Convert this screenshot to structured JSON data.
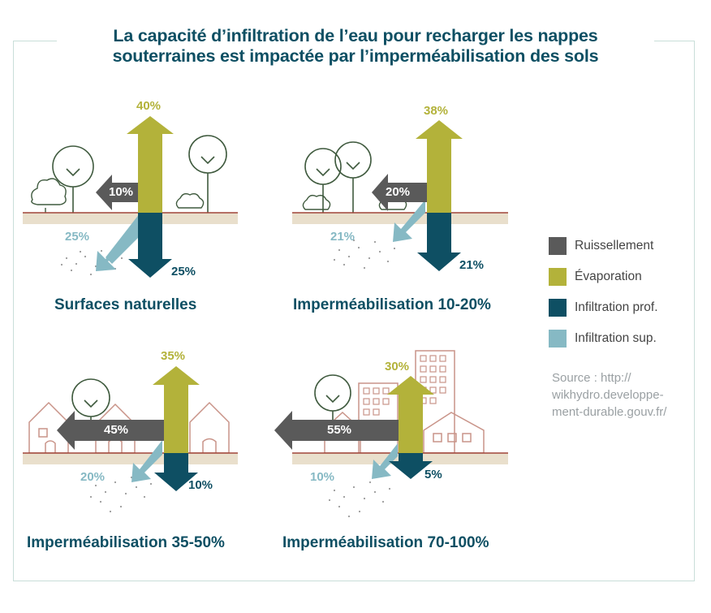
{
  "title": {
    "line1": "La capacité d’infiltration de l’eau pour recharger les nappes",
    "line2": "souterraines est impactée par l’imperméabilisation des sols"
  },
  "colors": {
    "ruissellement": "#5a5a5a",
    "evaporation": "#b3b23a",
    "infiltration_prof": "#0e4f63",
    "infiltration_sup": "#86b9c4",
    "ground": "#e9dfcc",
    "ground_line": "#a0453a",
    "title": "#0e4f63",
    "building_outline": "#c99489",
    "tree_outline": "#3f5a3e"
  },
  "panels": [
    {
      "caption": "Surfaces naturelles",
      "evaporation": "40%",
      "ruissellement": "10%",
      "infiltration_sup": "25%",
      "infiltration_prof": "25%"
    },
    {
      "caption": "Imperméabilisation 10-20%",
      "evaporation": "38%",
      "ruissellement": "20%",
      "infiltration_sup": "21%",
      "infiltration_prof": "21%"
    },
    {
      "caption": "Imperméabilisation 35-50%",
      "evaporation": "35%",
      "ruissellement": "45%",
      "infiltration_sup": "20%",
      "infiltration_prof": "10%"
    },
    {
      "caption": "Imperméabilisation 70-100%",
      "evaporation": "30%",
      "ruissellement": "55%",
      "infiltration_sup": "10%",
      "infiltration_prof": "5%"
    }
  ],
  "legend": [
    {
      "label": "Ruissellement",
      "color": "#5a5a5a"
    },
    {
      "label": "Évaporation",
      "color": "#b3b23a"
    },
    {
      "label": "Infiltration prof.",
      "color": "#0e4f63"
    },
    {
      "label": "Infiltration sup.",
      "color": "#86b9c4"
    }
  ],
  "source": {
    "line1": "Source : http://",
    "line2": "wikhydro.developpe-",
    "line3": "ment-durable.gouv.fr/"
  }
}
